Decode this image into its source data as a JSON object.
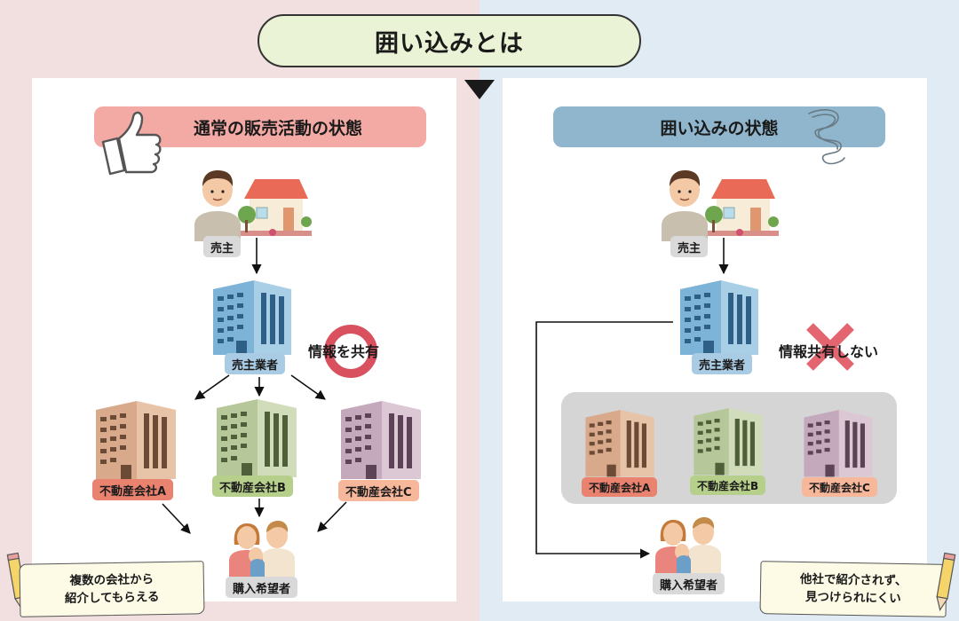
{
  "title": "囲い込みとは",
  "left": {
    "heading": "通常の販売活動の状態",
    "seller": "売主",
    "agent": "売主業者",
    "info_label": "情報を共有",
    "companies": [
      "不動産会社A",
      "不動産会社B",
      "不動産会社C"
    ],
    "buyer": "購入希望者",
    "note_line1": "複数の会社から",
    "note_line2": "紹介してもらえる",
    "heading_icon": "thumbs-up-icon",
    "mark_icon": "circle-mark-icon"
  },
  "right": {
    "heading": "囲い込みの状態",
    "seller": "売主",
    "agent": "売主業者",
    "info_label": "情報共有しない",
    "companies": [
      "不動産会社A",
      "不動産会社B",
      "不動産会社C"
    ],
    "buyer": "購入希望者",
    "note_line1": "他社で紹介されず、",
    "note_line2": "見つけられにくい",
    "heading_icon": "scribble-icon",
    "mark_icon": "cross-mark-icon"
  },
  "colors": {
    "left_bg": "#f2dfe0",
    "right_bg": "#e1ebf3",
    "left_heading": "#f3a9a4",
    "right_heading": "#8fb6cd",
    "circle_mark": "#d9505f",
    "cross_mark": "#e36570"
  }
}
